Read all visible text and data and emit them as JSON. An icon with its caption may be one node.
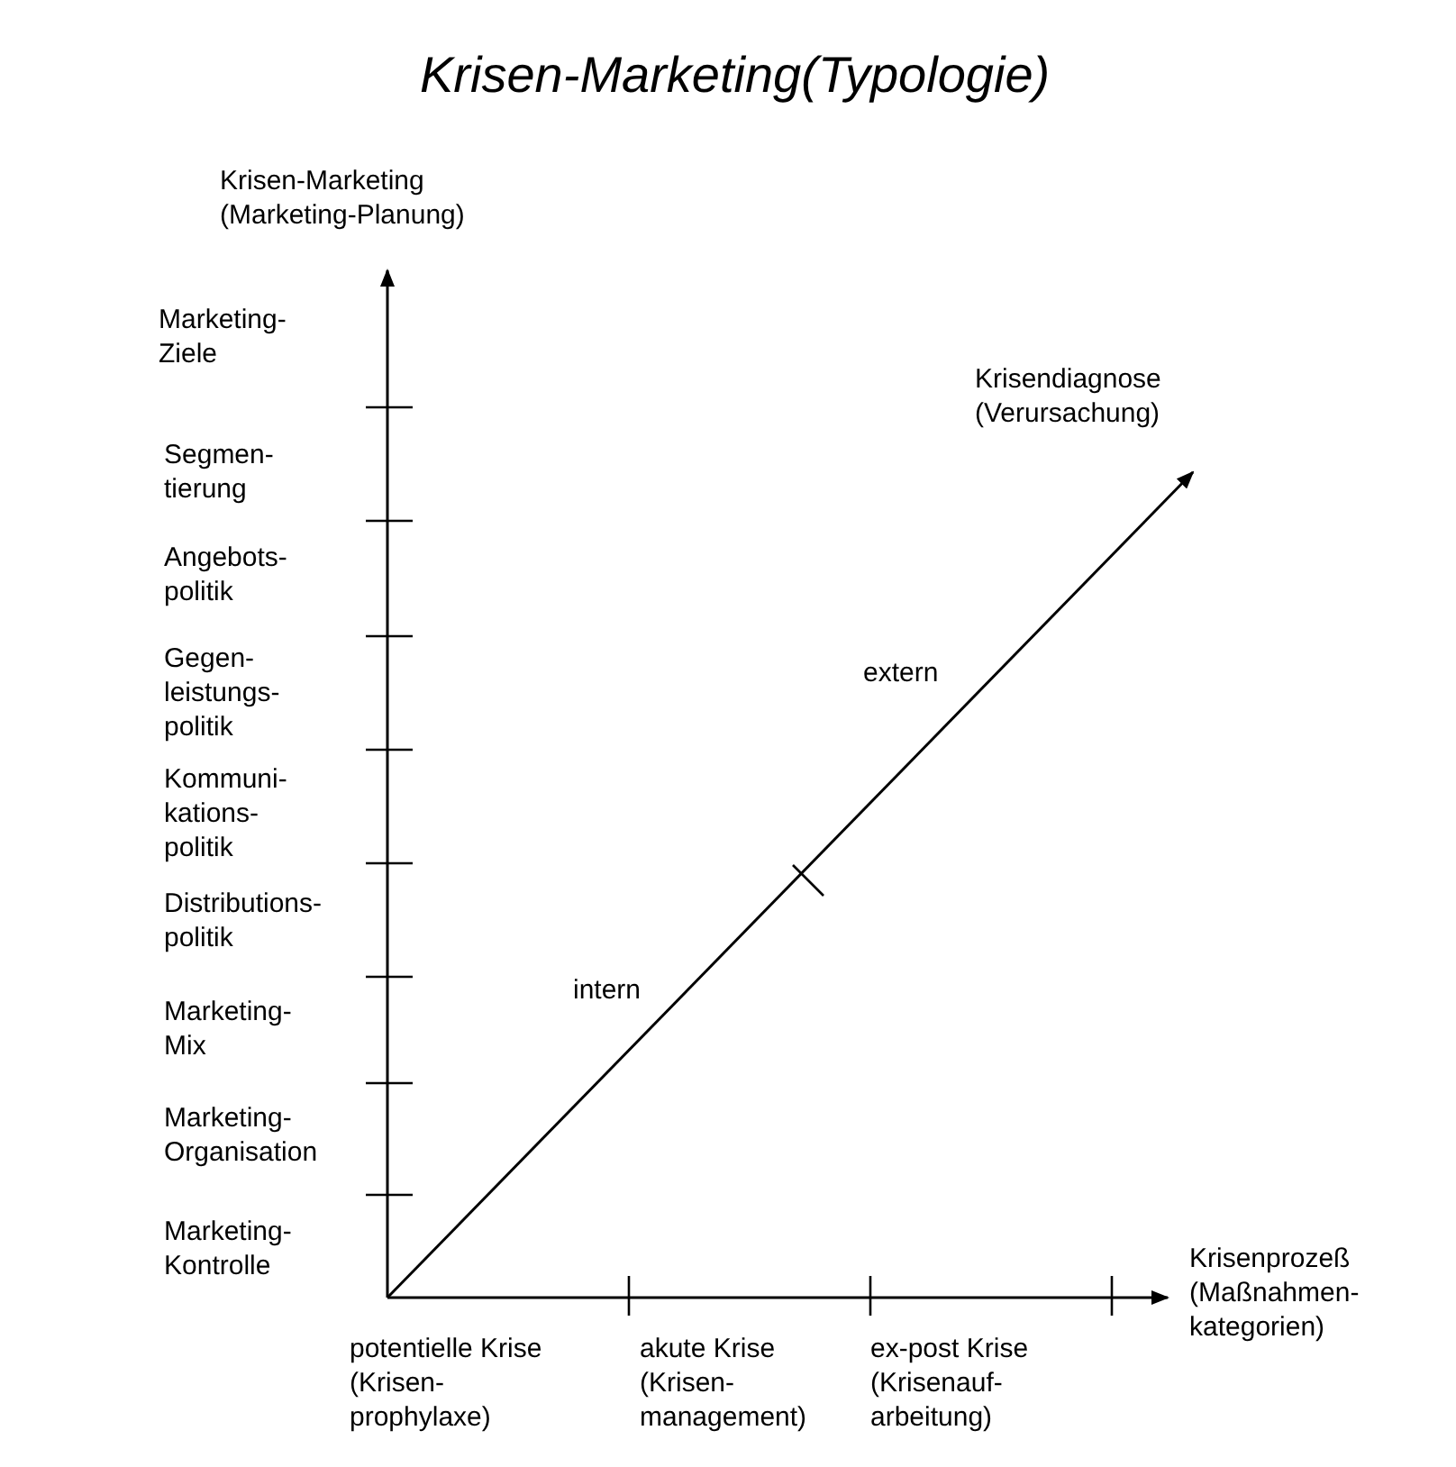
{
  "diagram": {
    "title": "Krisen-Marketing(Typologie)",
    "labels": [
      "Krisen-Marketing (Marketing-Planung)",
      "Marketing- Ziele",
      "Krisendiagnose (Verursachung)",
      "Segmen- tierung",
      "Angebots- politik",
      "Gegen- leistungs- politik",
      "extern",
      "Kommuni- kations- politik",
      "Distributions- politik",
      "intern",
      "Marketing- Mix",
      "Marketing- Organisation",
      "Krisenprozeß (Maßnahmen- kategorien)",
      "Marketing- Kontrolle",
      "potentielle Krise (Krisen- prophylaxe)",
      "akute Krise (Krisen- management)",
      "ex-post Krise (Krisenauf- arbeitung)"
    ]
  }
}
